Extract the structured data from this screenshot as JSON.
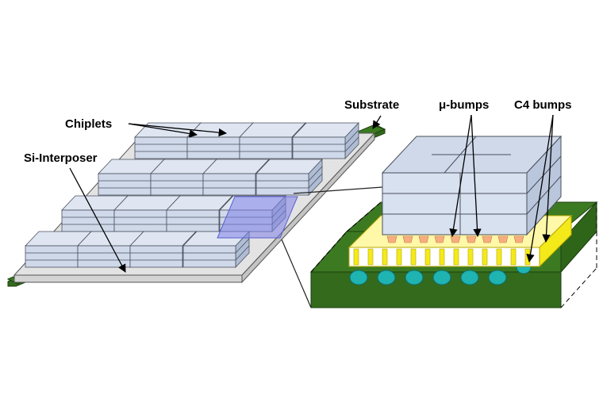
{
  "labels": {
    "chiplets": "Chiplets",
    "si_interposer": "Si-Interposer",
    "substrate": "Substrate",
    "micro_bumps": "μ-bumps",
    "c4_bumps": "C4 bumps"
  },
  "colors": {
    "substrate_green": "#336a1c",
    "interposer_gray": "#e3e3e3",
    "chiplet_face": "#cfd9ea",
    "chiplet_outline": "#4a4f5c",
    "highlight_blue": "#8c8ee8",
    "micro_bump_orange": "#f7ae7f",
    "c4_bump_teal": "#1fb3b1",
    "interposer_tsv_yellow": "#f4ea1a"
  }
}
